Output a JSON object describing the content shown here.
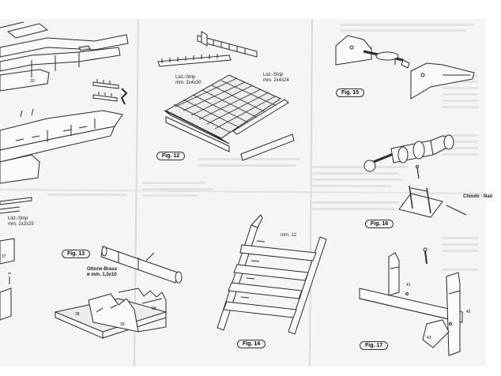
{
  "figures": {
    "fig12": "Fig. 12",
    "fig13": "Fig. 13",
    "fig14": "Fig. 14",
    "fig15": "Fig. 15",
    "fig16": "Fig. 16",
    "fig17": "Fig. 17"
  },
  "labels": {
    "strip_2x4_left": "List.-Strip\nmm. 2x4x30",
    "strip_2x4_right": "List.-Strip\nmm. 2x4x24",
    "strip_2x2": "List.-Strip\nmm. 2x2x25",
    "brass": "Ottone-Brass\nø mm. 1,5x10",
    "nail": "Chiodo - Nail",
    "mm12": "mm. 12"
  },
  "part_numbers": {
    "p33": "33",
    "p37": "37",
    "p38a": "38",
    "p38b": "38",
    "p39": "39",
    "p41": "41",
    "p42": "42",
    "p43": "43"
  },
  "colors": {
    "paper": "#ffffff",
    "sheet": "#f4f4f4",
    "ink": "#2a2a2a",
    "fold": "#dcdcdc"
  }
}
